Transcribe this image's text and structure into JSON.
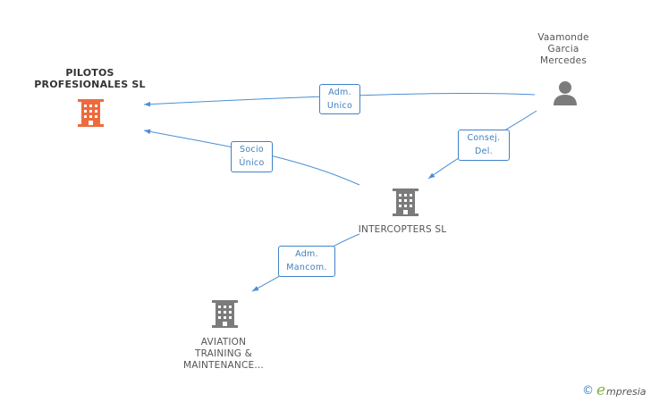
{
  "nodes": {
    "pilotos": {
      "label": "PILOTOS\nPROFESIONALES SL",
      "icon": "building-icon",
      "color": "#ee6a3c"
    },
    "intercopters": {
      "label": "INTERCOPTERS SL",
      "icon": "building-icon",
      "color": "#7b7b7b"
    },
    "aviation": {
      "label": "AVIATION\nTRAINING &\nMAINTENANCE...",
      "icon": "building-icon",
      "color": "#7b7b7b"
    },
    "person": {
      "label": "Vaamonde\nGarcia\nMercedes",
      "icon": "person-icon",
      "color": "#7b7b7b"
    }
  },
  "edges": {
    "adm_unico": {
      "label": "Adm.\nUnico"
    },
    "socio_unico": {
      "label": "Socio\nÚnico"
    },
    "consej_del": {
      "label": "Consej.\nDel."
    },
    "adm_mancom": {
      "label": "Adm.\nMancom."
    }
  },
  "colors": {
    "edge": "#4a8fd6"
  },
  "footer": {
    "copyright": "©",
    "brand_e": "e",
    "brand_rest": "mpresia"
  }
}
